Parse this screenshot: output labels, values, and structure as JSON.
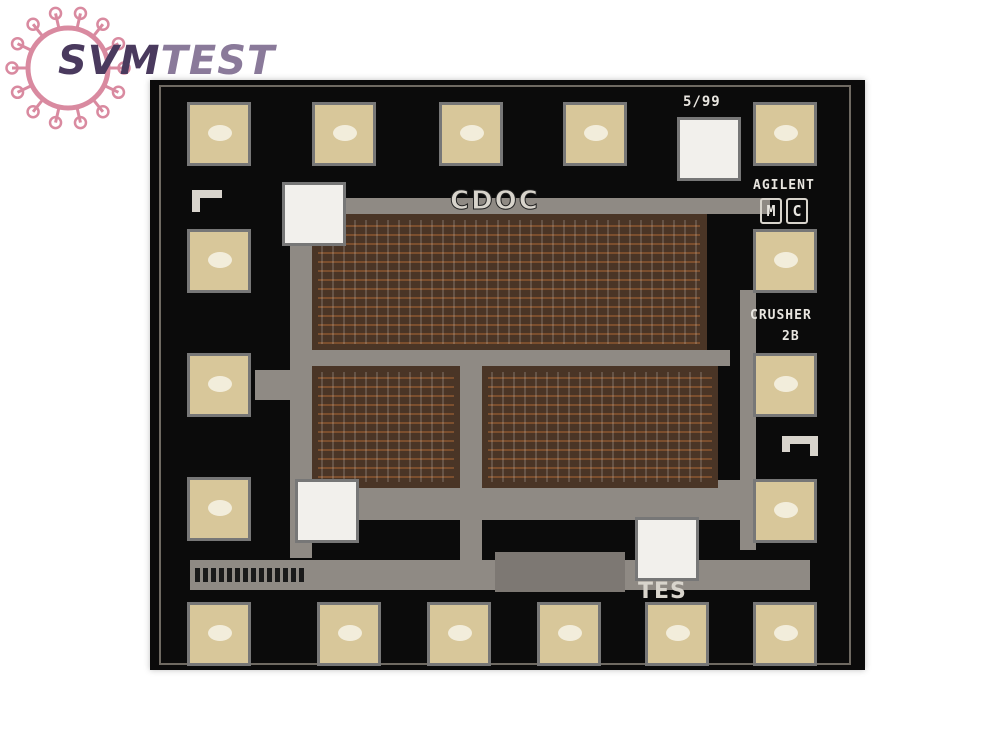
{
  "logo": {
    "text_primary": "SVM",
    "text_secondary": "TEST",
    "colors": {
      "dots": "#d98aa0",
      "text_primary": "#4a3a5e",
      "text_secondary": "#8a7a9a"
    }
  },
  "chip_markings": {
    "date": "5/99",
    "vendor": "AGILENT",
    "mask_letter_1": "M",
    "mask_letter_2": "C",
    "name_line_1": "CRUSHER",
    "name_line_2": "2B",
    "block_label": "CDOC",
    "test_label": "TES"
  },
  "colors": {
    "substrate": "#0b0b0b",
    "metal": "#9a9590",
    "bond_pad": "#d8c79a",
    "bare_pad": "#f2f0ec",
    "trace": "#b06a38"
  }
}
